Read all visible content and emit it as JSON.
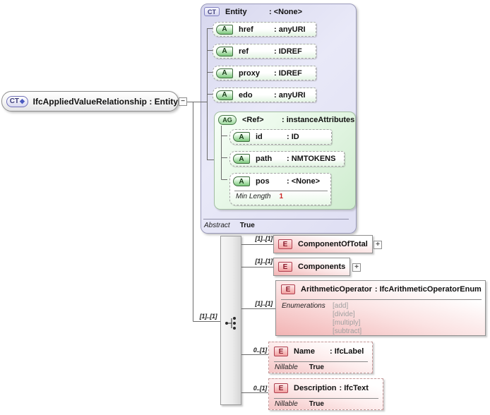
{
  "colors": {
    "entity_fill_lavender": "#e2e2f4",
    "attribute_green": "#7cc87c",
    "group_green": "#ddf2dd",
    "element_pink": "#f2b4b4",
    "facet_value_red": "#cc2222"
  },
  "root": {
    "badge": "CT",
    "badge_symbol": "◆",
    "label": "IfcAppliedValueRelationship : Entity",
    "collapse_glyph": "−"
  },
  "entity": {
    "badge": "CT",
    "name": "Entity",
    "type": ": <None>",
    "attributes": [
      {
        "badge": "A",
        "name": "href",
        "type": ": anyURI"
      },
      {
        "badge": "A",
        "name": "ref",
        "type": ": IDREF"
      },
      {
        "badge": "A",
        "name": "proxy",
        "type": ": IDREF"
      },
      {
        "badge": "A",
        "name": "edo",
        "type": ": anyURI"
      }
    ],
    "group": {
      "badge": "AG",
      "name": "<Ref>",
      "type": ": instanceAttributes",
      "attributes": [
        {
          "badge": "A",
          "name": "id",
          "type": ": ID"
        },
        {
          "badge": "A",
          "name": "path",
          "type": ": NMTOKENS"
        },
        {
          "badge": "A",
          "name": "pos",
          "type": ": <None>",
          "facet_label": "Min Length",
          "facet_value": "1"
        }
      ]
    },
    "footer_label": "Abstract",
    "footer_value": "True"
  },
  "sequence": {
    "cardinality": "[1]..[1]"
  },
  "elements": [
    {
      "badge": "E",
      "cardinality": "[1]..[1]",
      "name": "ComponentOfTotal",
      "expand_glyph": "+"
    },
    {
      "badge": "E",
      "cardinality": "[1]..[1]",
      "name": "Components",
      "expand_glyph": "+"
    },
    {
      "badge": "E",
      "cardinality": "[1]..[1]",
      "name": "ArithmeticOperator",
      "type": ": IfcArithmeticOperatorEnum",
      "facet_label": "Enumerations",
      "values": [
        "[add]",
        "[divide]",
        "[multiply]",
        "[subtract]"
      ]
    },
    {
      "badge": "E",
      "cardinality": "0..[1]",
      "name": "Name",
      "type": ": IfcLabel",
      "facet_label": "Nillable",
      "facet_value": "True"
    },
    {
      "badge": "E",
      "cardinality": "0..[1]",
      "name": "Description",
      "type": ": IfcText",
      "facet_label": "Nillable",
      "facet_value": "True"
    }
  ]
}
